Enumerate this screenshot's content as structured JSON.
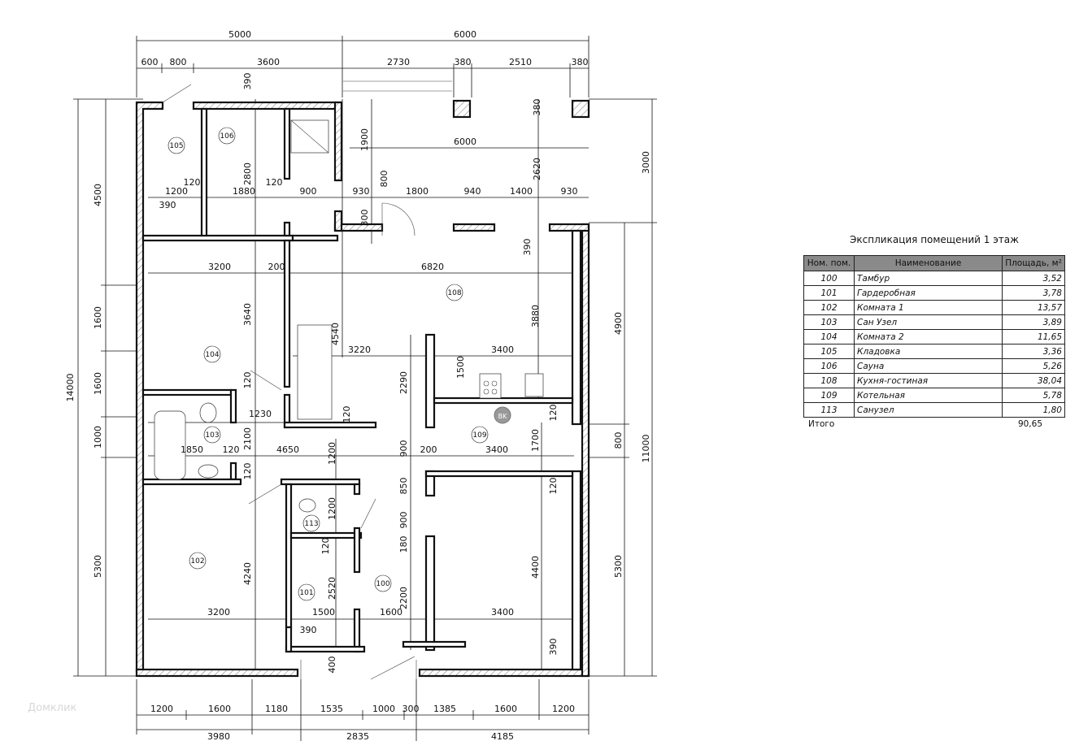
{
  "plan": {
    "dimensions": {
      "top_total": [
        "5000",
        "6000"
      ],
      "top_chain": [
        "600",
        "800",
        "3600",
        "2730",
        "380",
        "2510",
        "380"
      ],
      "bottom_chain": [
        "1200",
        "1600",
        "1180",
        "1535",
        "1000",
        "300",
        "1385",
        "1600",
        "1200"
      ],
      "bottom_total": [
        "3980",
        "2835",
        "4185"
      ],
      "left_chain": [
        "4500",
        "1600",
        "1600",
        "1000",
        "5300"
      ],
      "left_total": "14000",
      "right_chain": [
        "3000",
        "4900",
        "800",
        "5300"
      ],
      "right_total": "11000",
      "interior": [
        "390",
        "1900",
        "2800",
        "380",
        "6000",
        "2620",
        "800",
        "120",
        "1200",
        "1880",
        "120",
        "900",
        "930",
        "1800",
        "940",
        "1400",
        "930",
        "390",
        "300",
        "390",
        "3200",
        "200",
        "6820",
        "3640",
        "4540",
        "3880",
        "3220",
        "3400",
        "1500",
        "2290",
        "120",
        "120",
        "1230",
        "120",
        "2100",
        "1850",
        "120",
        "4650",
        "1200",
        "900",
        "200",
        "3400",
        "1700",
        "120",
        "120",
        "850",
        "1200",
        "900",
        "120",
        "180",
        "2520",
        "4240",
        "4400",
        "2200",
        "3200",
        "1500",
        "1600",
        "3400",
        "390",
        "400",
        "390"
      ]
    },
    "rooms": [
      "105",
      "106",
      "108",
      "104",
      "103",
      "109",
      "113",
      "102",
      "101",
      "100"
    ],
    "appliance_mark": "BK"
  },
  "legend": {
    "title": "Экспликация помещений 1 этаж",
    "headers": [
      "Ном. пом.",
      "Наименование",
      "Площадь, м²"
    ],
    "rows": [
      {
        "num": "100",
        "name": "Тамбур",
        "area": "3,52"
      },
      {
        "num": "101",
        "name": "Гардеробная",
        "area": "3,78"
      },
      {
        "num": "102",
        "name": "Комната 1",
        "area": "13,57"
      },
      {
        "num": "103",
        "name": "Сан Узел",
        "area": "3,89"
      },
      {
        "num": "104",
        "name": "Комната 2",
        "area": "11,65"
      },
      {
        "num": "105",
        "name": "Кладовка",
        "area": "3,36"
      },
      {
        "num": "106",
        "name": "Сауна",
        "area": "5,26"
      },
      {
        "num": "108",
        "name": "Кухня-гостиная",
        "area": "38,04"
      },
      {
        "num": "109",
        "name": "Котельная",
        "area": "5,78"
      },
      {
        "num": "113",
        "name": "Санузел",
        "area": "1,80"
      }
    ],
    "total_label": "Итого",
    "total_value": "90,65"
  },
  "watermark": "Домклик"
}
